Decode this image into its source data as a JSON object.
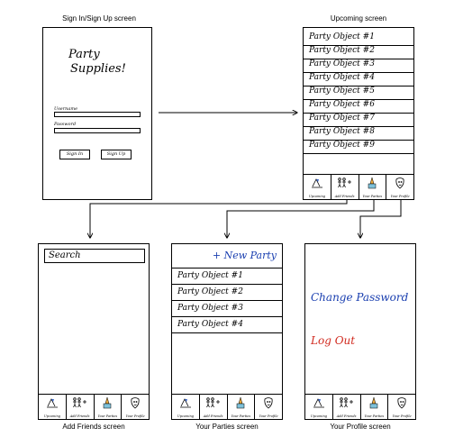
{
  "captions": {
    "signin": "Sign In/Sign Up screen",
    "upcoming": "Upcoming screen",
    "friends": "Add Friends screen",
    "parties": "Your Parties screen",
    "profile": "Your Profile screen"
  },
  "signin": {
    "title_line1": "Party",
    "title_line2": "Supplies!",
    "username_label": "Username",
    "password_label": "Password",
    "sign_in": "Sign In",
    "sign_up": "Sign Up"
  },
  "upcoming": {
    "items": [
      "Party Object #1",
      "Party Object #2",
      "Party Object #3",
      "Party Object #4",
      "Party Object #5",
      "Party Object #6",
      "Party Object #7",
      "Party Object #8",
      "Party Object #9"
    ]
  },
  "friends": {
    "search_placeholder": "Search"
  },
  "parties": {
    "new_party": "+ New Party",
    "items": [
      "Party Object #1",
      "Party Object #2",
      "Party Object #3",
      "Party Object #4"
    ]
  },
  "profile": {
    "change_password": "Change Password",
    "log_out": "Log Out",
    "change_color": "#1a3fb0",
    "logout_color": "#d12a1f"
  },
  "tabs": [
    "Upcoming",
    "Add Friends",
    "Your Parties",
    "Your Profile"
  ],
  "colors": {
    "link": "#1a3fb0",
    "ink": "#000000"
  }
}
